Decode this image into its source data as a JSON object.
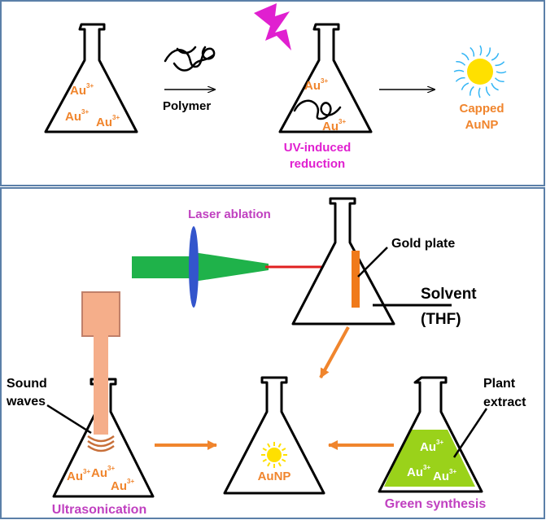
{
  "colors": {
    "panel_border": "#5b7fa8",
    "au_text": "#f0852d",
    "magenta": "#e020d0",
    "purple": "#c040c0",
    "orange_arrow": "#f0852d",
    "laser_green": "#1fb24a",
    "laser_red": "#e02020",
    "lens_blue": "#3355cc",
    "gold_plate": "#f07a1a",
    "horn": "#f5ae8a",
    "horn_border": "#c0806a",
    "sun": "#ffe000",
    "sun_rays": "#33b5f5",
    "green_fluid": "#9ad21a"
  },
  "top": {
    "flask1_ions": [
      "Au",
      "Au",
      "Au"
    ],
    "flask1_sup": "3+",
    "polymer_label": "Polymer",
    "flask2_ions": [
      "Au",
      "Au"
    ],
    "flask2_sup": "3+",
    "uv_label_line1": "UV-induced",
    "uv_label_line2": "reduction",
    "capped_line1": "Capped",
    "capped_line2": "AuNP",
    "uv_icon": "lightning-bolt-icon",
    "polymer_icon": "polymer-chain-icon",
    "np_icon": "capped-nanoparticle-icon"
  },
  "bottom": {
    "laser_label": "Laser ablation",
    "gold_plate_label": "Gold plate",
    "solvent_label": "Solvent",
    "solvent_sub": "(THF)",
    "sound_line1": "Sound",
    "sound_line2": "waves",
    "ultrasonic_ions": [
      "Au",
      "Au",
      "Au"
    ],
    "ultrasonic_sup": "3+",
    "ultrasonication_label": "Ultrasonication",
    "center_label": "AuNP",
    "plant_line1": "Plant",
    "plant_line2": "extract",
    "green_ions": [
      "Au",
      "Au",
      "Au"
    ],
    "green_sup": "3+",
    "green_label": "Green synthesis"
  }
}
